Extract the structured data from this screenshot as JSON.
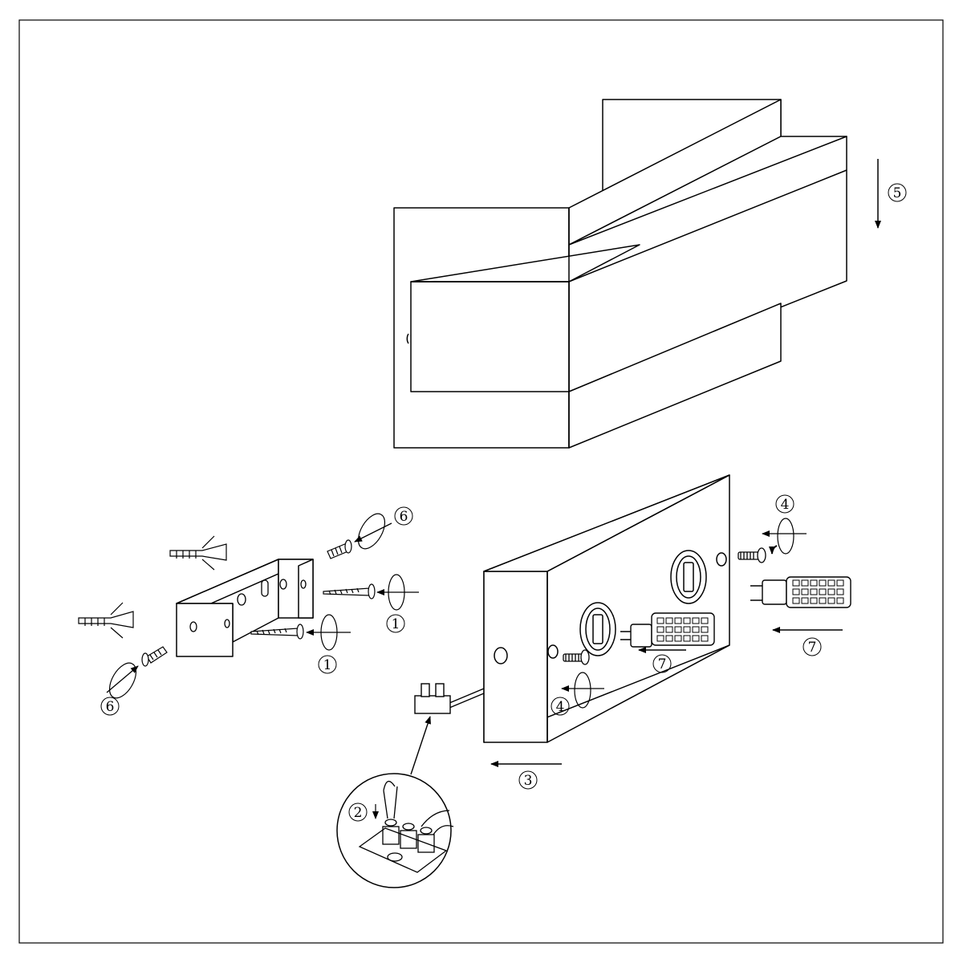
{
  "steps": {
    "s1a": "1",
    "s1b": "1",
    "s2": "2",
    "s3": "3",
    "s4a": "4",
    "s4b": "4",
    "s5": "5",
    "s6a": "6",
    "s6b": "6",
    "s7a": "7",
    "s7b": "7"
  },
  "colors": {
    "line": "#000000",
    "background": "#ffffff"
  }
}
